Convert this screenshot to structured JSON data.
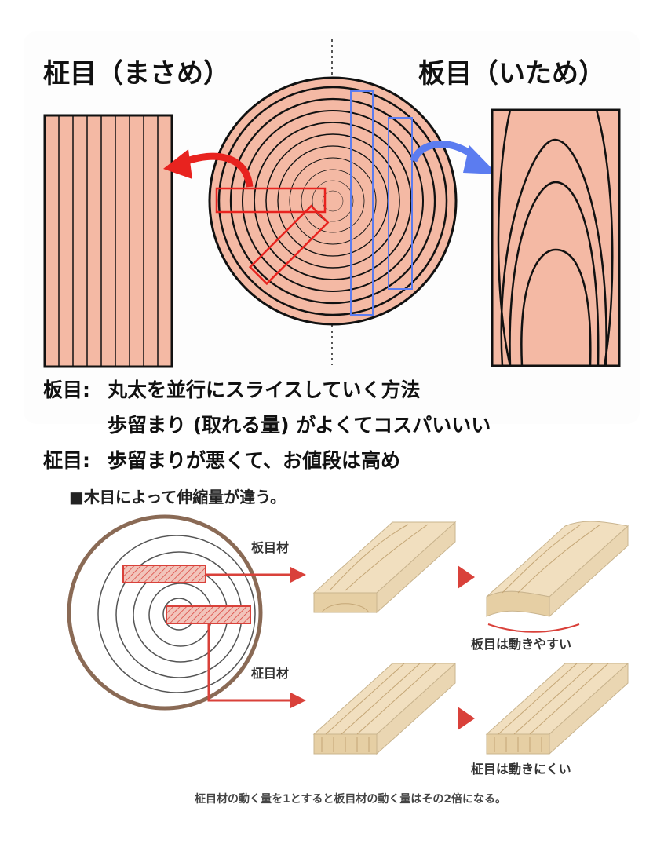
{
  "top": {
    "masame_title": "柾目（まさめ）",
    "itame_title": "板目（いため）"
  },
  "description": {
    "itame_label": "板目:",
    "itame_line1": "丸太を並行にスライスしていく方法",
    "itame_line2": "歩留まり (取れる量) がよくてコスパいいい",
    "masame_label": "柾目:",
    "masame_line1": "歩留まりが悪くて、お値段は高め"
  },
  "bottom": {
    "heading": "■木目によって伸縮量が違う。",
    "itame_material": "板目材",
    "masame_material": "柾目材",
    "itame_caption": "板目は動きやすい",
    "masame_caption": "柾目は動きにくい",
    "footnote": "柾目材の動く量を1とすると板目材の動く量はその2倍になる。"
  },
  "colors": {
    "wood": "#f4b9a4",
    "red_arrow": "#e8231f",
    "blue_arrow": "#5b7cf0",
    "lumber": "#f1dfbf",
    "red_line": "#d9413a"
  }
}
